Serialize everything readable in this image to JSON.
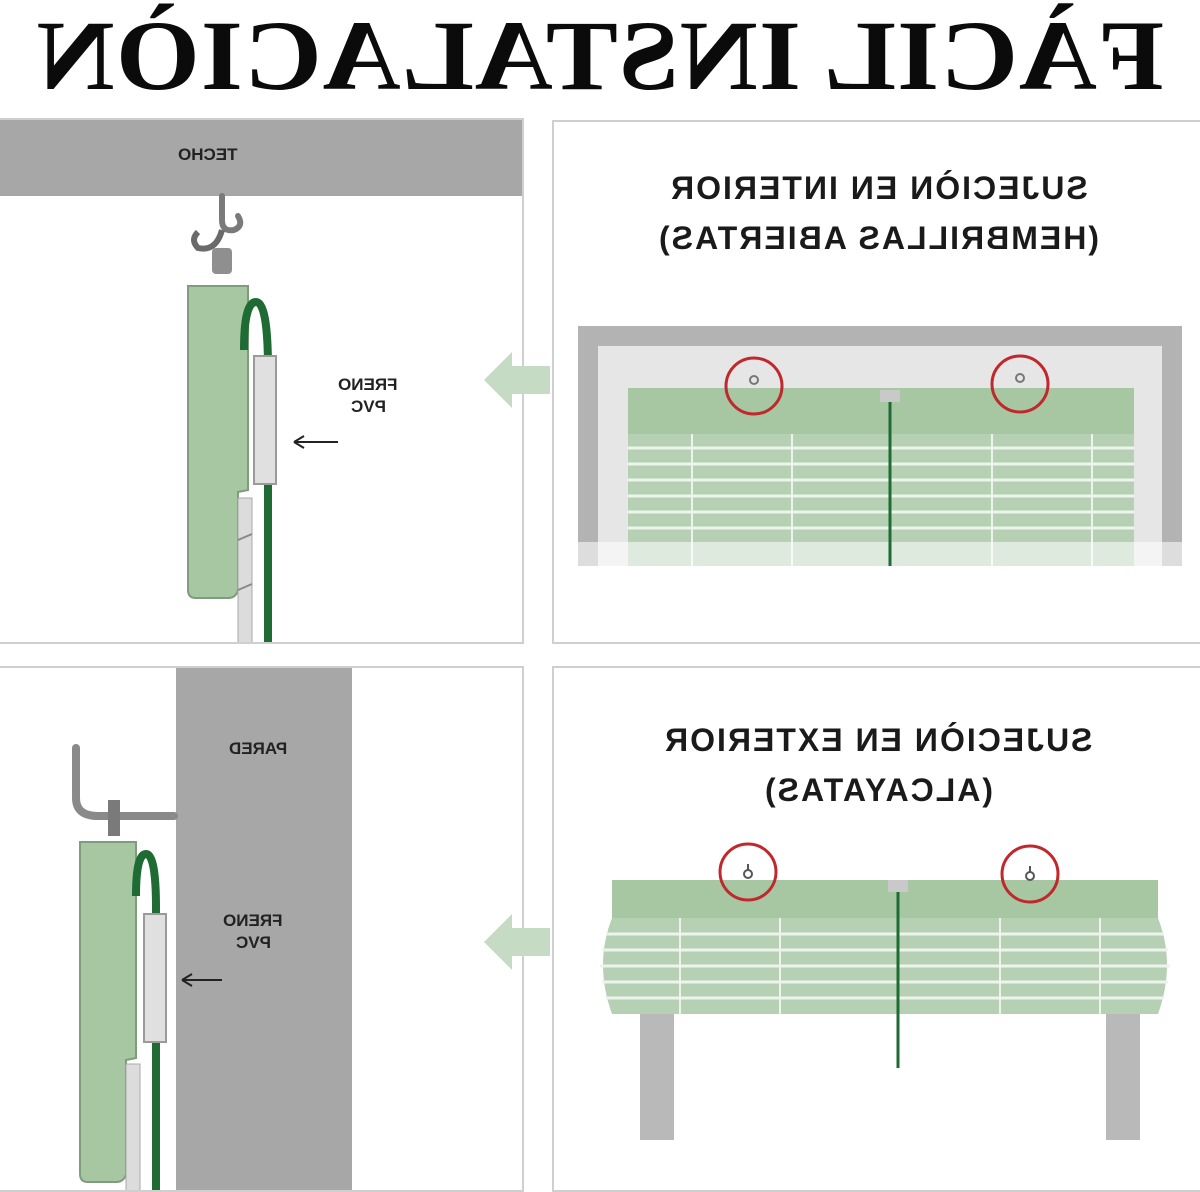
{
  "title": "FÀCIL INSTALACIÒN",
  "colors": {
    "blind_green": "#a7c7a3",
    "cord_green": "#1e6b34",
    "wall_grey": "#a7a7a7",
    "circle_red": "#c0282d",
    "arrow_green": "#c5dbc3"
  },
  "top_section": {
    "left_panel": {
      "surface_label": "TECHO",
      "brake_label_line1": "FRENO",
      "brake_label_line2": "PVC"
    },
    "right_panel": {
      "heading_line1": "SUJECIÒN EN INTERIOR",
      "heading_line2": "(HEMBRILLAS ABIERTAS)"
    }
  },
  "bottom_section": {
    "left_panel": {
      "surface_label": "PARED",
      "brake_label_line1": "FRENO",
      "brake_label_line2": "PVC"
    },
    "right_panel": {
      "heading_line1": "SUJECIÒN EN EXTERIOR",
      "heading_line2": "(ALCAYATAS)"
    }
  }
}
